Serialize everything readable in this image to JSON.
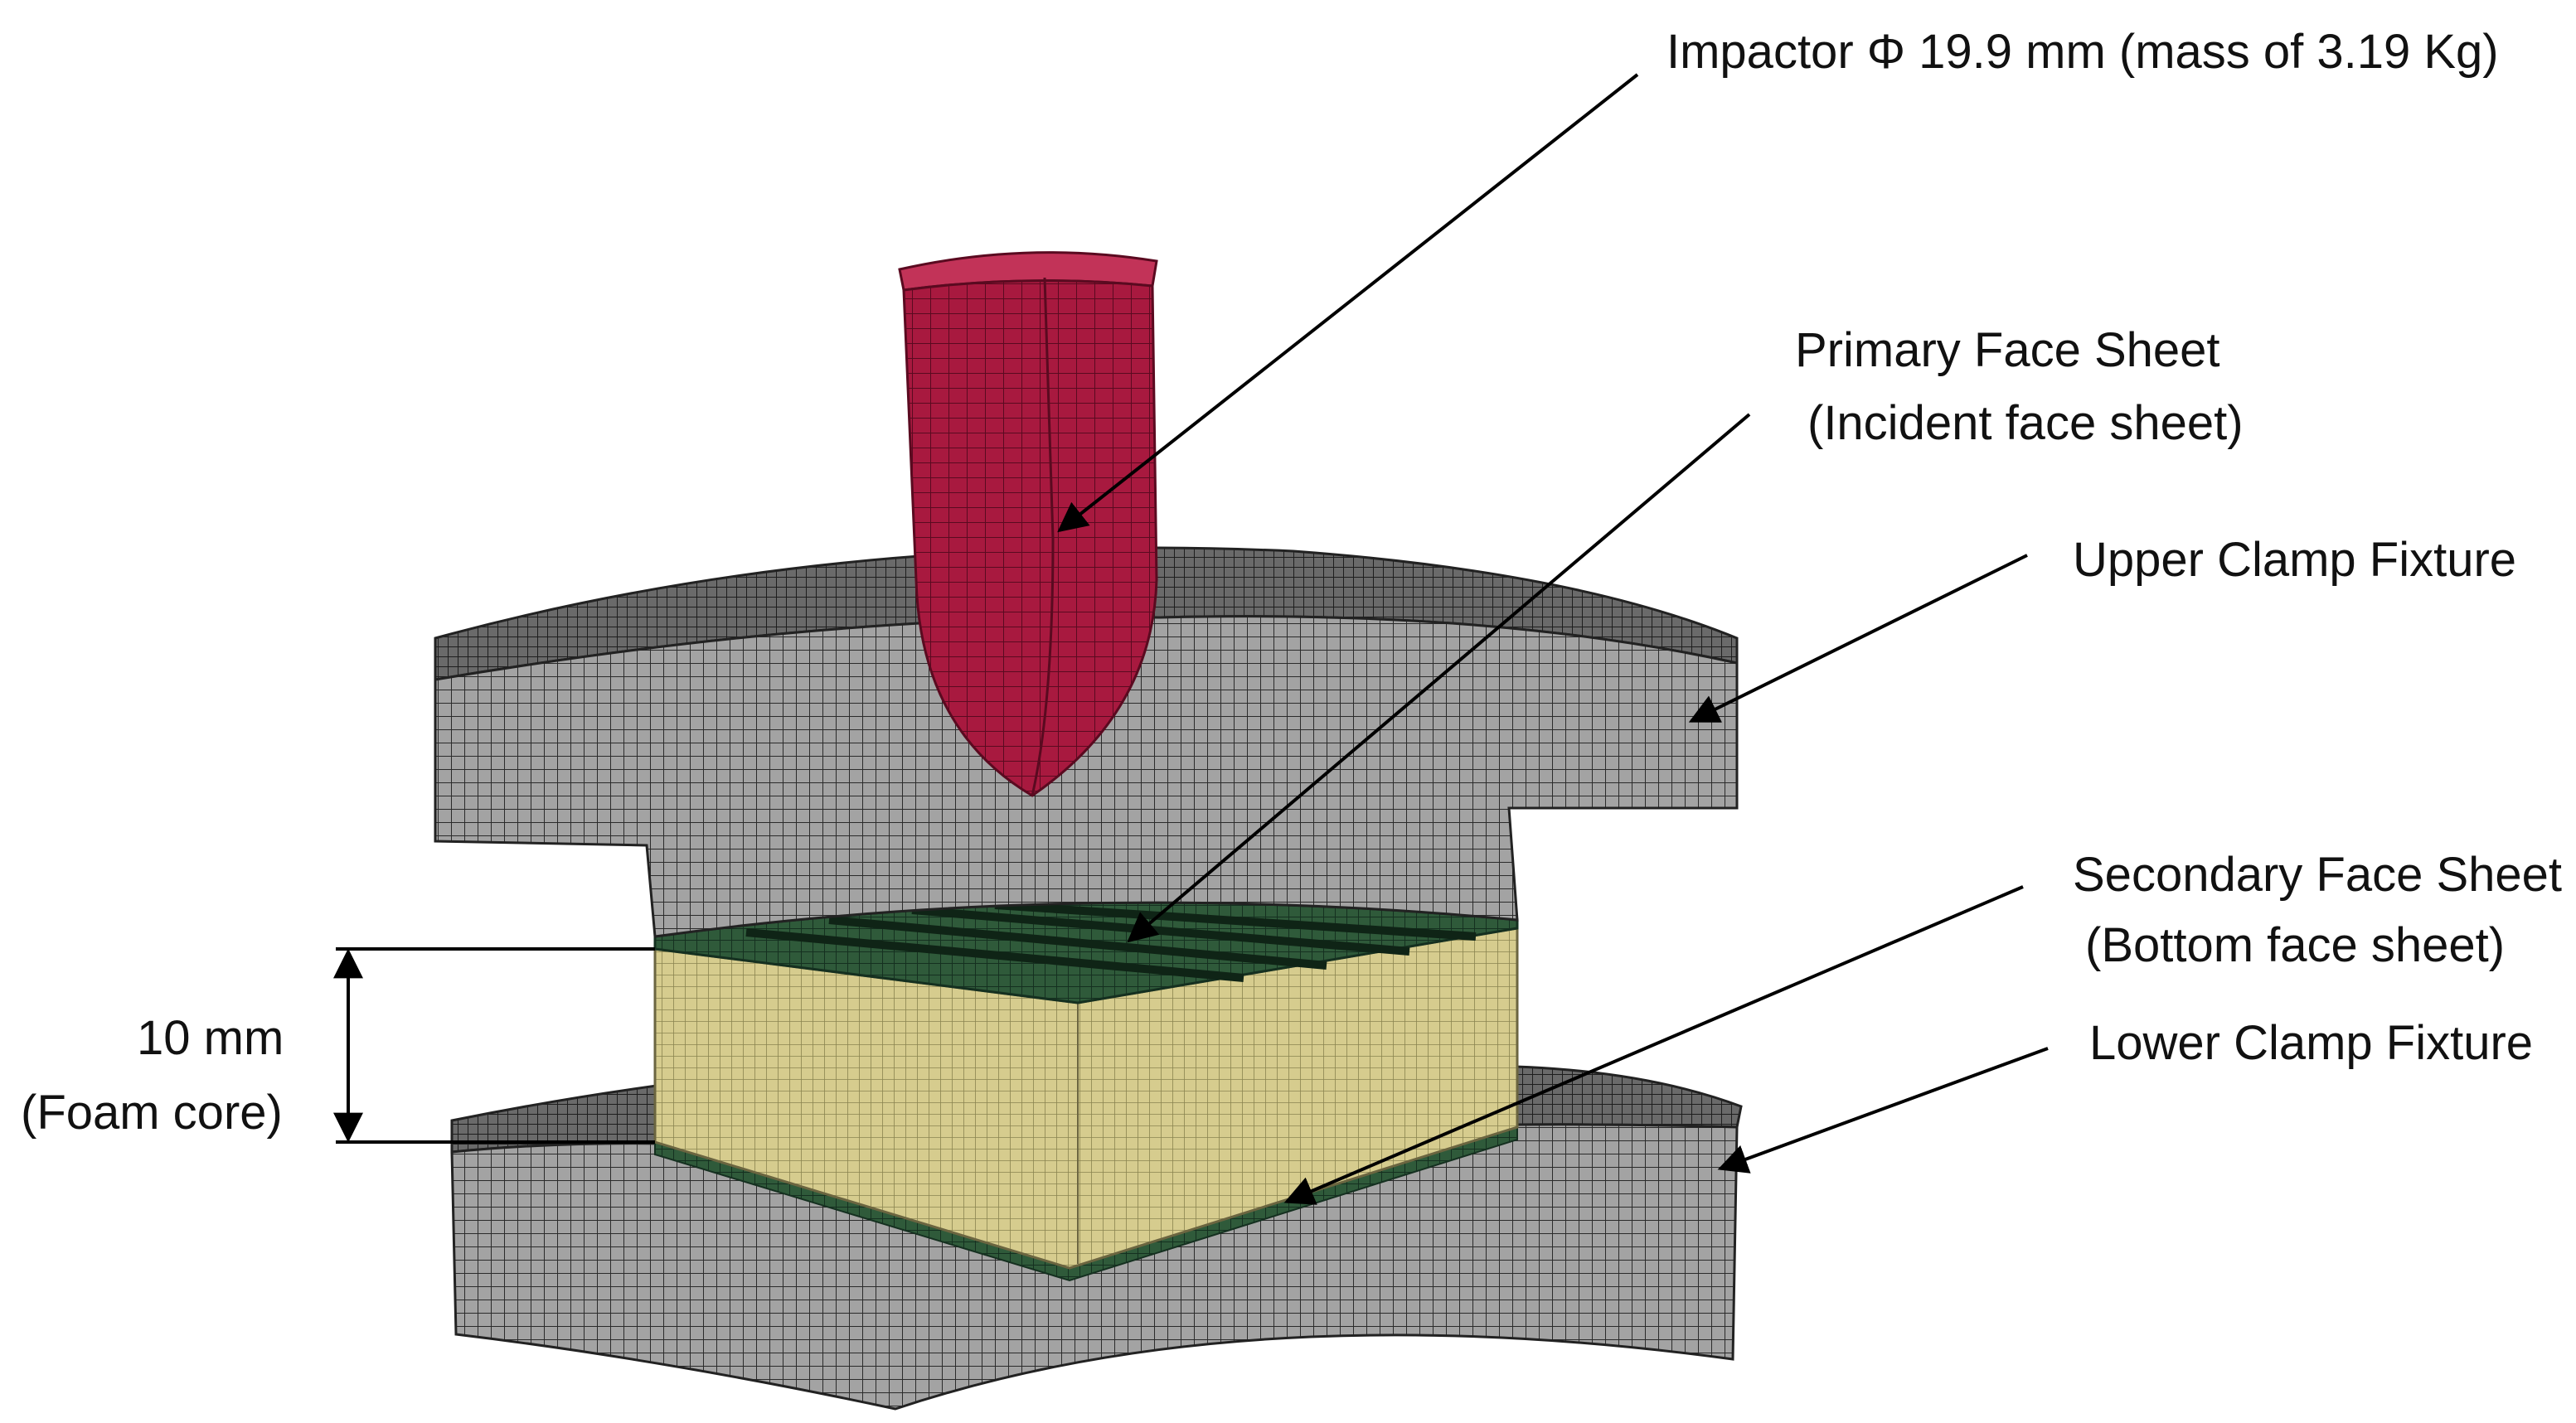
{
  "labels": {
    "impactor": "Impactor Φ 19.9 mm (mass of 3.19 Kg)",
    "primary_line1": "Primary Face Sheet",
    "primary_line2": "(Incident face sheet)",
    "upper_clamp": "Upper Clamp Fixture",
    "secondary_line1": "Secondary Face Sheet",
    "secondary_line2": "(Bottom face sheet)",
    "lower_clamp": "Lower Clamp Fixture",
    "dimension_value": "10 mm",
    "dimension_note": "(Foam core)"
  },
  "colors": {
    "impactor": "#a8193f",
    "impactor_dark": "#7a0f2c",
    "clamp_face": "#9a9a9a",
    "clamp_top": "#5c5c5c",
    "mesh_line": "#2b2b2b",
    "foam_core": "#d6cc8e",
    "foam_mesh": "#8a8450",
    "face_sheet": "#2f5a3a",
    "annotation": "#000000"
  },
  "icons": [
    "arrowhead-icon"
  ]
}
